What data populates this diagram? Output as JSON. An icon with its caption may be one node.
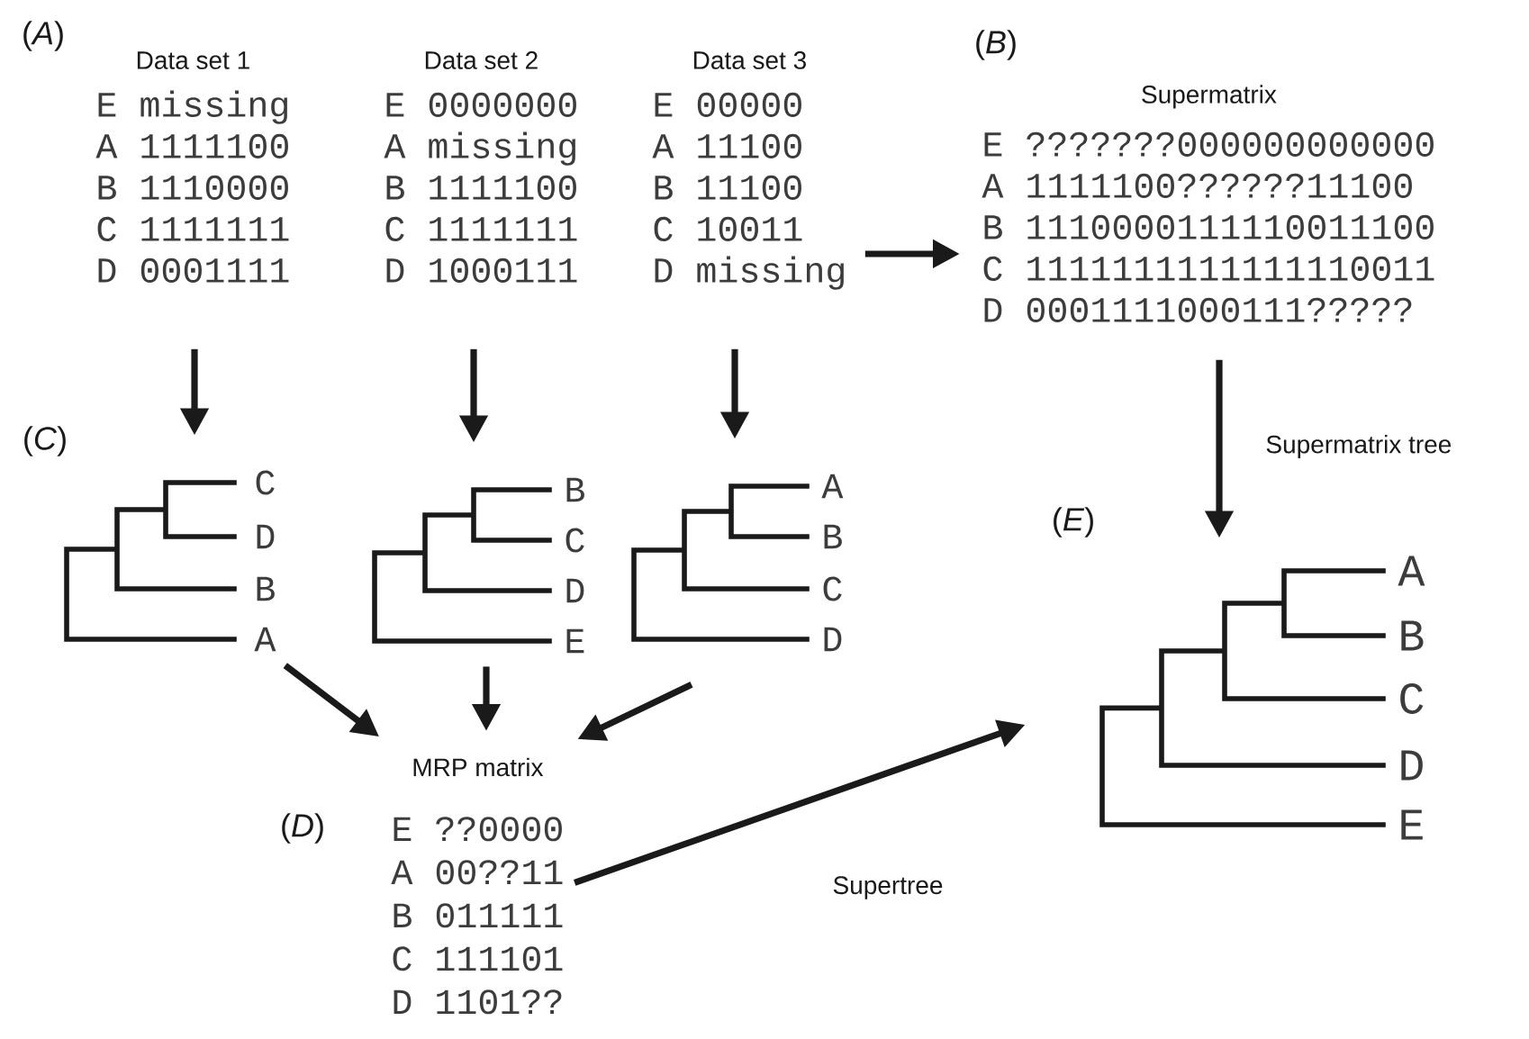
{
  "diagram": {
    "nodes": [
      {
        "text": [
          "Data set 1",
          "E missing",
          "A 1111100",
          "B 1110000",
          "C 1111111",
          "D 0001111"
        ]
      },
      {
        "text": [
          "Data set 2",
          "E 0000000",
          "A missing",
          "B 1111100",
          "C 1111111",
          "D 1000111"
        ]
      },
      {
        "text": [
          "Data set 3",
          "E 00000",
          "A 11100",
          "B 11100",
          "C 10011",
          "D missing"
        ]
      },
      {
        "text": [
          "Supermatrix",
          "E ???????000000000000",
          "A 1111100??????11100",
          "B 1110000111110011100",
          "C 1111111111111110011",
          "D 0001111000111?????"
        ]
      },
      {
        "text": [
          "C",
          "D",
          "B",
          "A"
        ]
      },
      {
        "text": [
          "B",
          "C",
          "D",
          "E"
        ]
      },
      {
        "text": [
          "A",
          "B",
          "C",
          "D"
        ]
      },
      {
        "text": [
          "MRP matrix",
          "E ??0000",
          "A 00??11",
          "B 011111",
          "C 111101",
          "D 1101??"
        ]
      },
      {
        "text": [
          "A",
          "B",
          "C",
          "D",
          "E"
        ]
      }
    ],
    "edges": [
      {
        "from": 0,
        "to": 4,
        "arrow": "to"
      },
      {
        "from": 1,
        "to": 5,
        "arrow": "to"
      },
      {
        "from": 2,
        "to": 6,
        "arrow": "to"
      },
      {
        "from": 2,
        "to": 3,
        "arrow": "to"
      },
      {
        "from": 3,
        "to": 8,
        "arrow": "to",
        "label": "Supermatrix tree"
      },
      {
        "from": 4,
        "to": 7,
        "arrow": "to"
      },
      {
        "from": 5,
        "to": 7,
        "arrow": "to"
      },
      {
        "from": 6,
        "to": 7,
        "arrow": "to"
      },
      {
        "from": 7,
        "to": 8,
        "arrow": "to",
        "label": "Supertree"
      }
    ],
    "labels": [
      "(*A*)",
      "(*B*)",
      "(*C*)",
      "(*D*)",
      "(*E*)"
    ]
  }
}
